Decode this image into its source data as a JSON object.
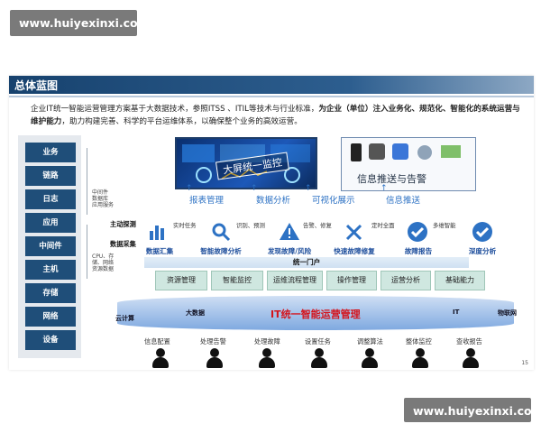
{
  "watermark": {
    "top": "www.huiyexinxi.com",
    "bottom": "www.huiyexinxi.com"
  },
  "slide": {
    "title": "总体蓝图",
    "intro_a": "企业IT统一智能运营管理方案基于大数据技术，参照ITSS 、ITIL等技术与行业标准，",
    "intro_b": "为企业（单位）注入业务化、规范化、智能化的系统运营与维护能力",
    "intro_c": "，助力构建完善、科学的平台运维体系，以确保整个业务的高效运营。",
    "left_items": [
      "业务",
      "链路",
      "日志",
      "应用",
      "中间件",
      "主机",
      "存储",
      "网络",
      "设备"
    ],
    "note_upper": [
      "中间件",
      "数据库",
      "应用服务"
    ],
    "note_lower": [
      "CPU、存",
      "储、网络",
      "资源数据"
    ],
    "mid_active": "主动探测",
    "mid_collect": "数据采集",
    "screen_title": "大屏统一监控",
    "alert_title": "信息推送与告警",
    "top_links": [
      "报表管理",
      "数据分析",
      "可视化展示",
      "信息推送"
    ],
    "steps": [
      {
        "label": "数据汇集",
        "small": "实时任务"
      },
      {
        "label": "智能故障分析",
        "small": "识别、预测"
      },
      {
        "label": "发现故障/风险",
        "small": "告警、修复"
      },
      {
        "label": "快速故障修复",
        "small": "定时全面"
      },
      {
        "label": "故障报告",
        "small": "多维智能"
      },
      {
        "label": "深度分析",
        "small": ""
      }
    ],
    "portal": "统一门户",
    "portal_items": [
      "资源管理",
      "智能监控",
      "运维流程管理",
      "操作管理",
      "运营分析",
      "基础能力"
    ],
    "platform_title": "IT统一智能运营管理",
    "platform_labels": [
      "云计算",
      "大数据",
      "IT",
      "物联网"
    ],
    "tasks": [
      "信息配置",
      "处理告警",
      "处理故障",
      "设置任务",
      "调整算法",
      "整体监控",
      "查收报告"
    ],
    "page_number": "15"
  },
  "colors": {
    "primary": "#1f4e79",
    "accent_blue": "#2d72c4",
    "alert_red": "#d4141c"
  }
}
